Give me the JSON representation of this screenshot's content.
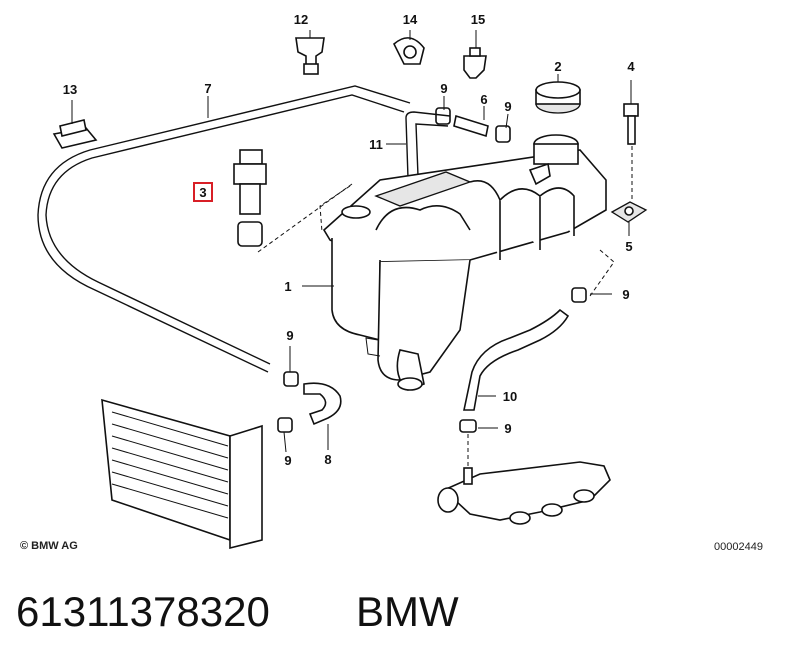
{
  "callouts": [
    "1",
    "2",
    "3",
    "4",
    "5",
    "6",
    "7",
    "8",
    "9",
    "10",
    "11",
    "12",
    "13",
    "14",
    "15"
  ],
  "highlighted_callout": "3",
  "footer": {
    "copyright": "© BMW AG",
    "doc_number": "00002449"
  },
  "caption": {
    "part_number": "61311378320",
    "brand": "BMW"
  },
  "colors": {
    "highlight": "#d81f26",
    "ink": "#111111"
  }
}
